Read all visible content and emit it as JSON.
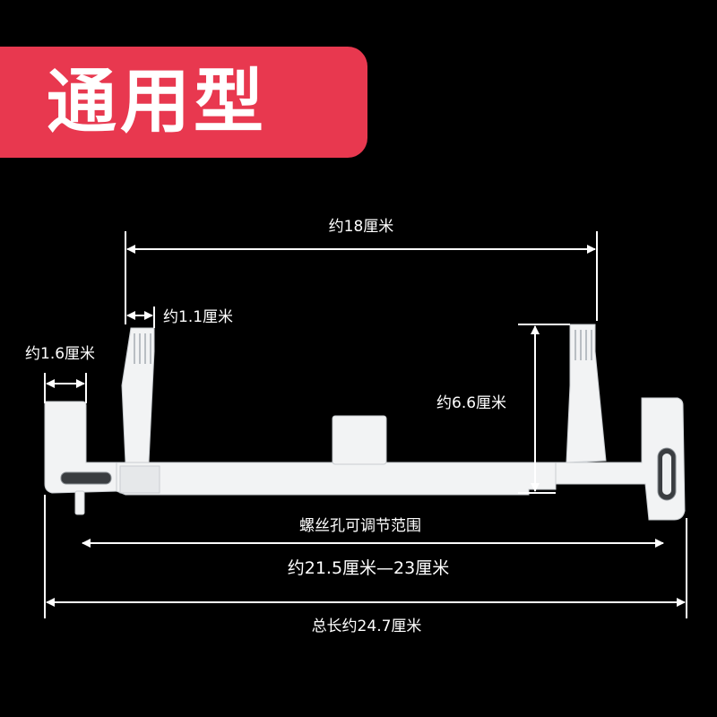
{
  "badge": {
    "text": "通用型",
    "color": "#e8384f"
  },
  "dimensions": {
    "top_span": "约18厘米",
    "post_width": "约1.1厘米",
    "end_width": "约1.6厘米",
    "post_height": "约6.6厘米",
    "screw_range_title": "螺丝孔可调节范围",
    "screw_range": "约21.5厘米—23厘米",
    "total_length": "总长约24.7厘米"
  },
  "colors": {
    "background": "#000000",
    "part": "#f4f5f6",
    "lines": "#ffffff"
  }
}
